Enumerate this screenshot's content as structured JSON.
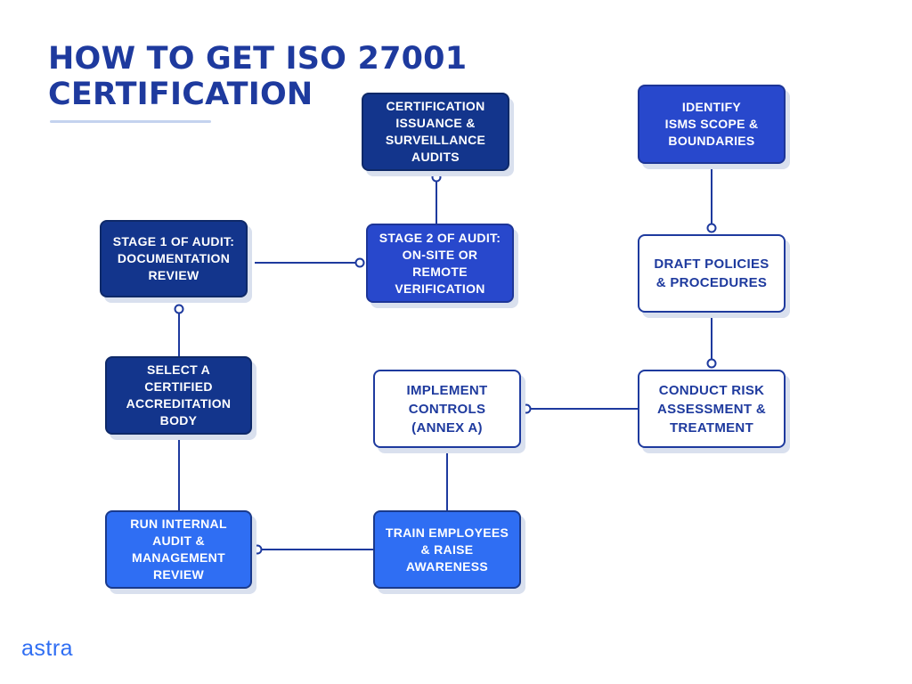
{
  "title": {
    "line1": "HOW TO GET ISO 27001",
    "line2": "CERTIFICATION"
  },
  "steps": {
    "identify": [
      "IDENTIFY",
      "ISMS SCOPE &",
      "BOUNDARIES"
    ],
    "draft": [
      "DRAFT POLICIES",
      "& PROCEDURES"
    ],
    "risk": [
      "CONDUCT RISK",
      "ASSESSMENT &",
      "TREATMENT"
    ],
    "implement": [
      "IMPLEMENT",
      "CONTROLS",
      "(ANNEX A)"
    ],
    "train": [
      "TRAIN EMPLOYEES",
      "& RAISE",
      "AWARENESS"
    ],
    "internal_audit": [
      "RUN INTERNAL",
      "AUDIT &",
      "MANAGEMENT",
      "REVIEW"
    ],
    "select_body": [
      "SELECT A",
      "CERTIFIED",
      "ACCREDITATION",
      "BODY"
    ],
    "stage1": [
      "STAGE 1 OF AUDIT:",
      "DOCUMENTATION",
      "REVIEW"
    ],
    "stage2": [
      "STAGE 2 OF AUDIT:",
      "ON-SITE OR",
      "REMOTE",
      "VERIFICATION"
    ],
    "certification": [
      "CERTIFICATION",
      "ISSUANCE &",
      "SURVEILLANCE",
      "AUDITS"
    ]
  },
  "colors": {
    "title": "#1e3a9e",
    "dark_box": "#13358c",
    "mid_box": "#2848cc",
    "light_box": "#2f6ef3",
    "connector": "#1e3a9e",
    "shadow": "#d9e0ee"
  },
  "logo": {
    "text": "astra"
  }
}
